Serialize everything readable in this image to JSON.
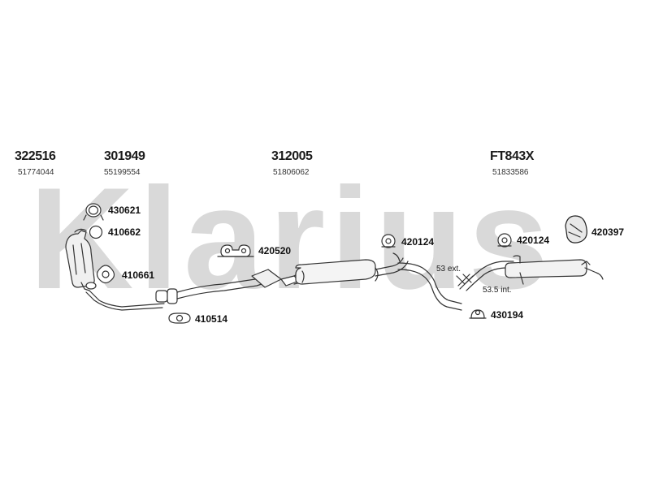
{
  "watermark": "Klarius",
  "sections": [
    {
      "code": "322516",
      "number": "51774044"
    },
    {
      "code": "301949",
      "number": "55199554"
    },
    {
      "code": "312005",
      "number": "51806062"
    },
    {
      "code": "FT843X",
      "number": "51833586"
    }
  ],
  "parts": {
    "p430621": "430621",
    "p410662": "410662",
    "p410661": "410661",
    "p410514": "410514",
    "p420520": "420520",
    "p420124_a": "420124",
    "p420124_b": "420124",
    "p420397": "420397",
    "p430194": "430194"
  },
  "notes": {
    "ext": "53 ext.",
    "int": "53.5 int."
  },
  "colors": {
    "watermark": "#d9d9d9",
    "line": "#333333",
    "pipe_fill": "#e6e6e6"
  }
}
